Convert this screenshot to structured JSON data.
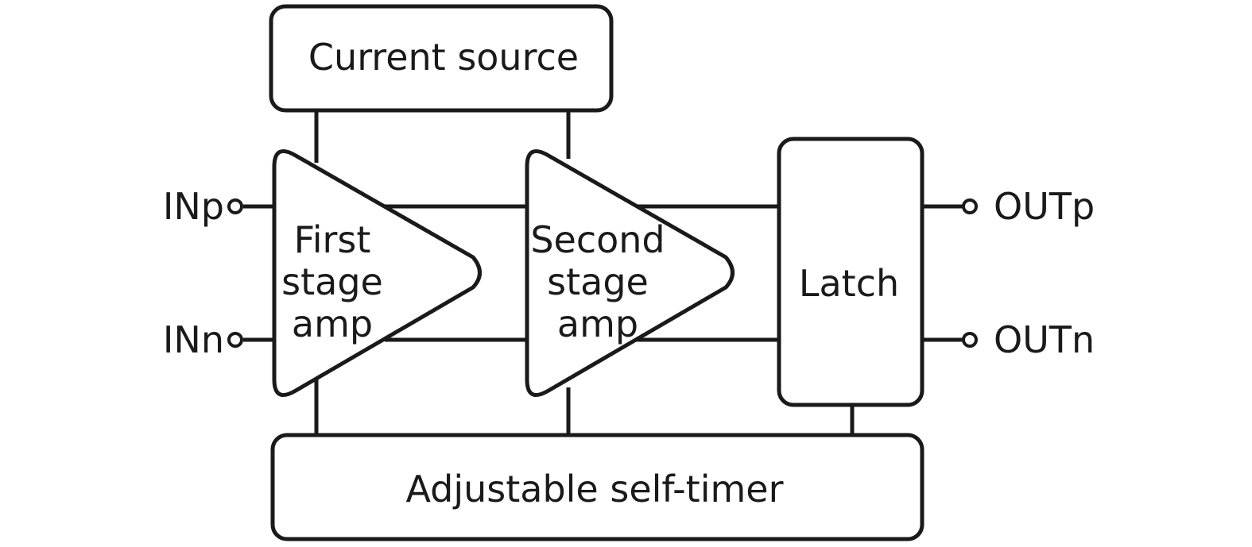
{
  "blocks": {
    "current_source": "Current source",
    "first_amp": [
      "First",
      "stage",
      "amp"
    ],
    "second_amp": [
      "Second",
      "stage",
      "amp"
    ],
    "latch": "Latch",
    "self_timer": "Adjustable self-timer"
  },
  "terminals": {
    "in_p": "INp",
    "in_n": "INn",
    "out_p": "OUTp",
    "out_n": "OUTn"
  }
}
